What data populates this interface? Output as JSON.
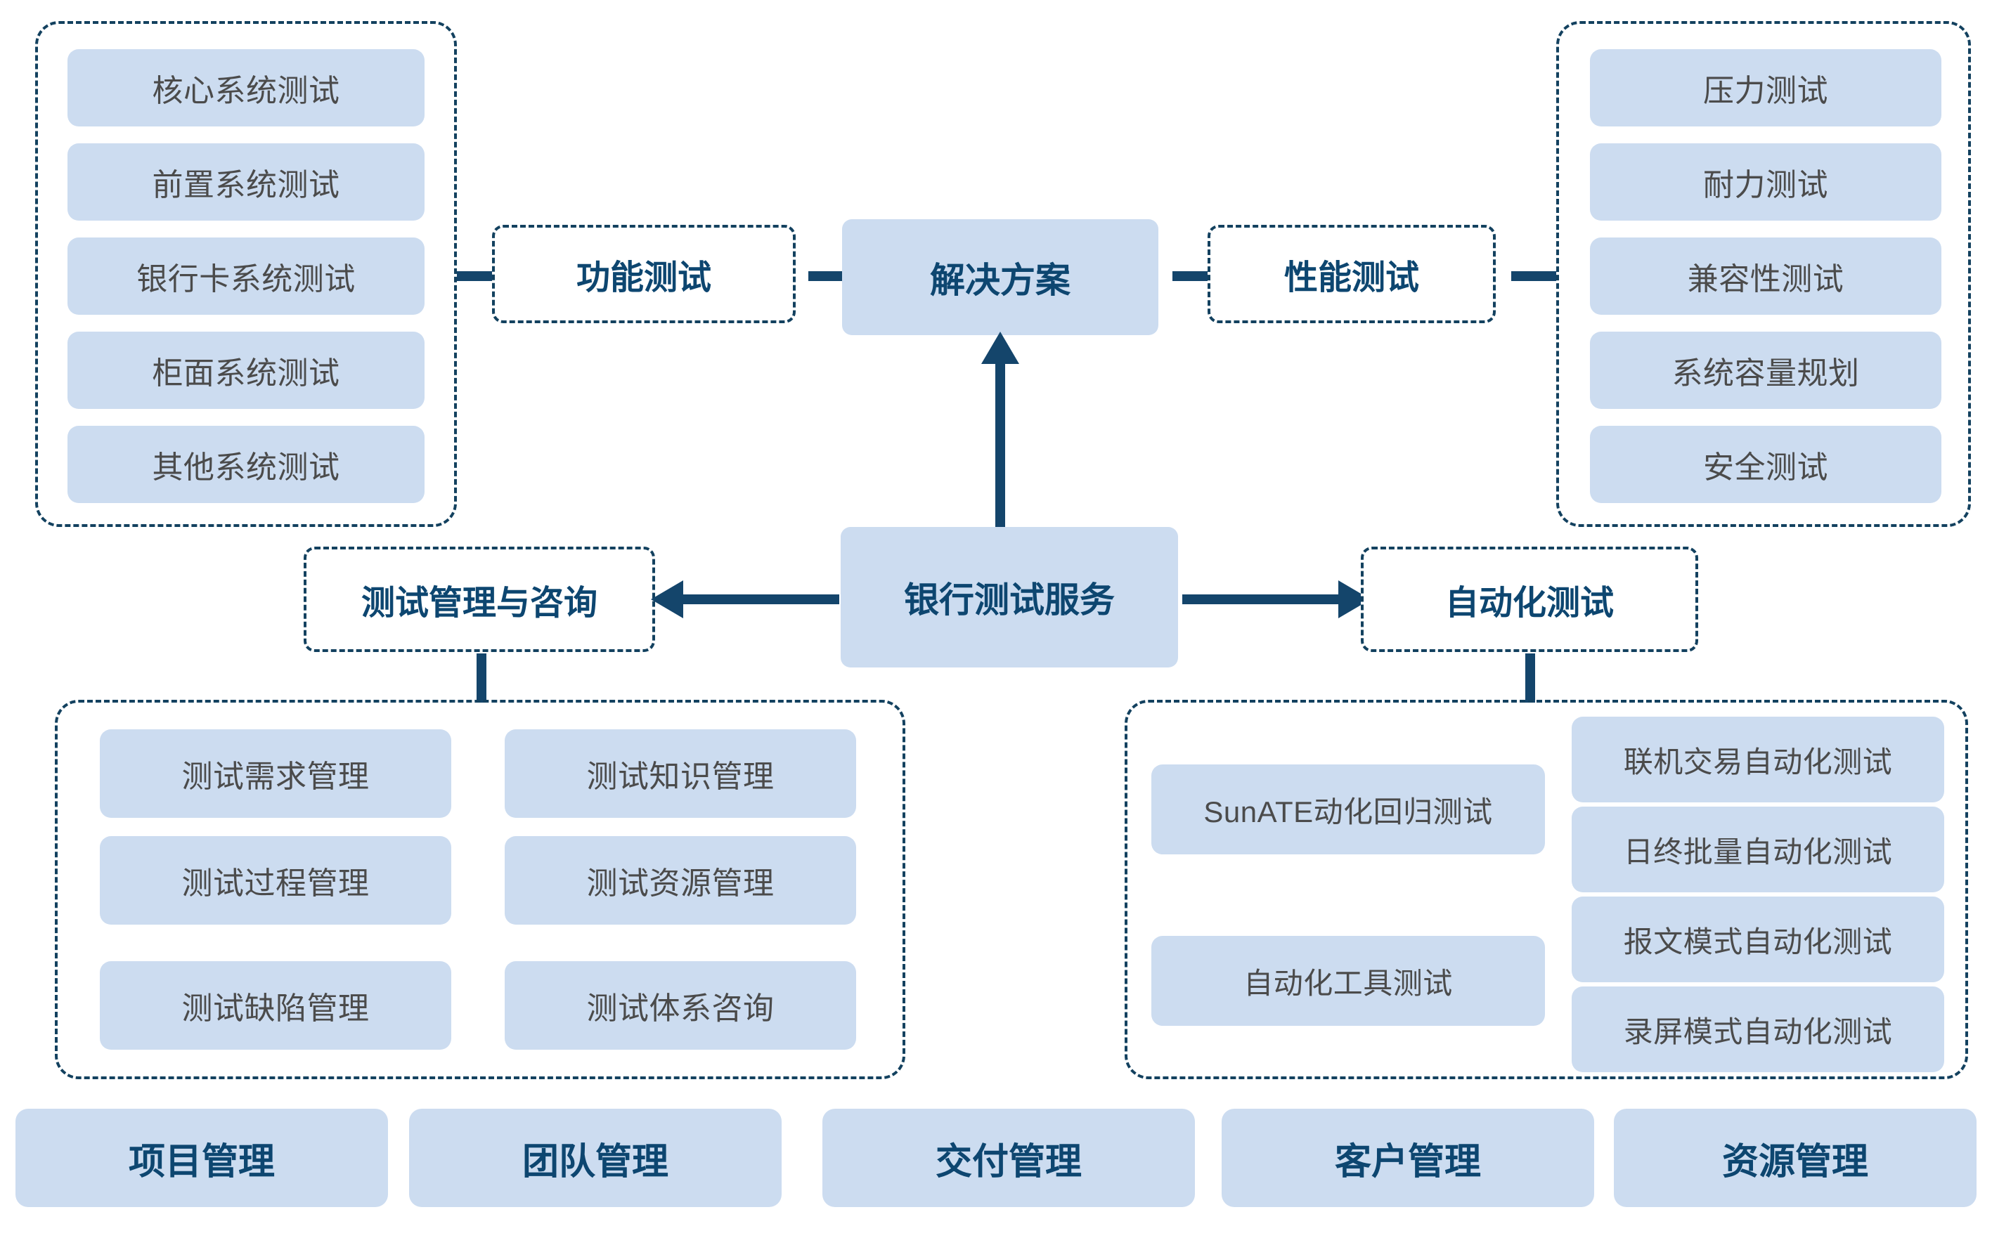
{
  "diagram": {
    "title": "银行测试服务解决方案",
    "colors": {
      "pill_fill": "#ccdcf0",
      "pill_text": "#4b4b4b",
      "node_text": "#0d4670",
      "connector": "#14456b",
      "dashed_border": "#13415f",
      "background": "#ffffff"
    },
    "center_nodes": {
      "solution": "解决方案",
      "service": "银行测试服务"
    },
    "branches": {
      "functional": "功能测试",
      "performance": "性能测试",
      "management": "测试管理与咨询",
      "automation": "自动化测试"
    },
    "functional_items": [
      "核心系统测试",
      "前置系统测试",
      "银行卡系统测试",
      "柜面系统测试",
      "其他系统测试"
    ],
    "performance_items": [
      "压力测试",
      "耐力测试",
      "兼容性测试",
      "系统容量规划",
      "安全测试"
    ],
    "management_items_left": [
      "测试需求管理",
      "测试过程管理",
      "测试缺陷管理"
    ],
    "management_items_right": [
      "测试知识管理",
      "测试资源管理",
      "测试体系咨询"
    ],
    "automation_items_left": [
      "SunATE动化回归测试",
      "自动化工具测试"
    ],
    "automation_items_right": [
      "联机交易自动化测试",
      "日终批量自动化测试",
      "报文模式自动化测试",
      "录屏模式自动化测试"
    ],
    "bottom_cards": [
      "项目管理",
      "团队管理",
      "交付管理",
      "客户管理",
      "资源管理"
    ]
  }
}
